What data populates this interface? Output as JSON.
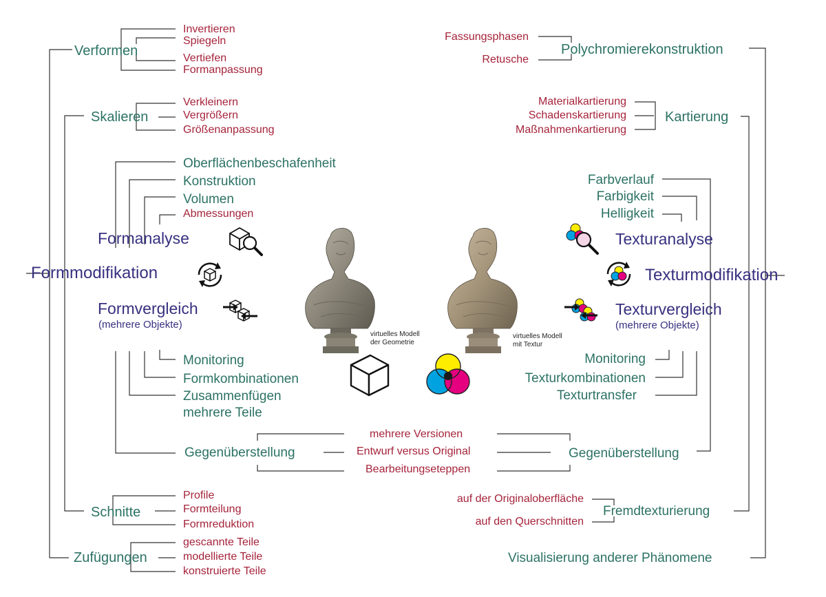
{
  "left": {
    "verformen": {
      "label": "Verformen",
      "items": [
        "Invertieren",
        "Spiegeln",
        "Vertiefen",
        "Formanpassung"
      ]
    },
    "skalieren": {
      "label": "Skalieren",
      "items": [
        "Verkleinern",
        "Vergrößern",
        "Größenanpassung"
      ]
    },
    "formanalyse": {
      "label": "Formanalyse",
      "items": [
        "Oberflächenbeschafenheit",
        "Konstruktion",
        "Volumen",
        "Abmessungen"
      ]
    },
    "formmodifikation": "Formmodifikation",
    "formvergleich": {
      "label": "Formvergleich",
      "sub": "(mehrere Objekte)",
      "items": [
        "Monitoring",
        "Formkombinationen",
        "Zusammenfügen",
        "mehrere Teile"
      ]
    },
    "gegenueberstellung": "Gegenüberstellung",
    "schnitte": {
      "label": "Schnitte",
      "items": [
        "Profile",
        "Formteilung",
        "Formreduktion"
      ]
    },
    "zufuegungen": {
      "label": "Zufügungen",
      "items": [
        "gescannte Teile",
        "modellierte Teile",
        "konstruierte Teile"
      ]
    }
  },
  "center": {
    "geometry_caption": [
      "virtuelles Modell",
      "der Geometrie"
    ],
    "texture_caption": [
      "virtuelles Modell",
      "mit Textur"
    ],
    "comparison_items": [
      "mehrere Versionen",
      "Entwurf versus Original",
      "Bearbeitungseteppen"
    ]
  },
  "right": {
    "polychromie": {
      "label": "Polychromierekonstruktion",
      "items": [
        "Fassungsphasen",
        "Retusche"
      ]
    },
    "kartierung": {
      "label": "Kartierung",
      "items": [
        "Materialkartierung",
        "Schadenskartierung",
        "Maßnahmenkartierung"
      ]
    },
    "texturanalyse": {
      "label": "Texturanalyse",
      "items": [
        "Farbverlauf",
        "Farbigkeit",
        "Helligkeit"
      ]
    },
    "texturmodifikation": "Texturmodifikation",
    "texturvergleich": {
      "label": "Texturvergleich",
      "sub": "(mehrere Objekte)",
      "items": [
        "Monitoring",
        "Texturkombinationen",
        "Texturtransfer"
      ]
    },
    "gegenueberstellung": "Gegenüberstellung",
    "fremdtexturierung": {
      "label": "Fremdtexturierung",
      "items": [
        "auf der Originaloberfläche",
        "auf den Querschnitten"
      ]
    },
    "visualisierung": "Visualisierung anderer Phänomene"
  },
  "colors": {
    "red_leaf": "#a5233a",
    "green_category": "#2c7264",
    "purple_main": "#37307f",
    "connector": "#333333",
    "cmy_cyan": "#00a3e0",
    "cmy_magenta": "#e4007f",
    "cmy_yellow": "#ffed00"
  },
  "icons": [
    "cube-magnifier-icon",
    "rotate-cube-icon",
    "compare-cube-icon",
    "wireframe-cube-icon",
    "color-magnifier-icon",
    "rotate-color-icon",
    "compare-color-icon",
    "cmy-venn-icon",
    "bust-geometry-image",
    "bust-texture-image"
  ]
}
